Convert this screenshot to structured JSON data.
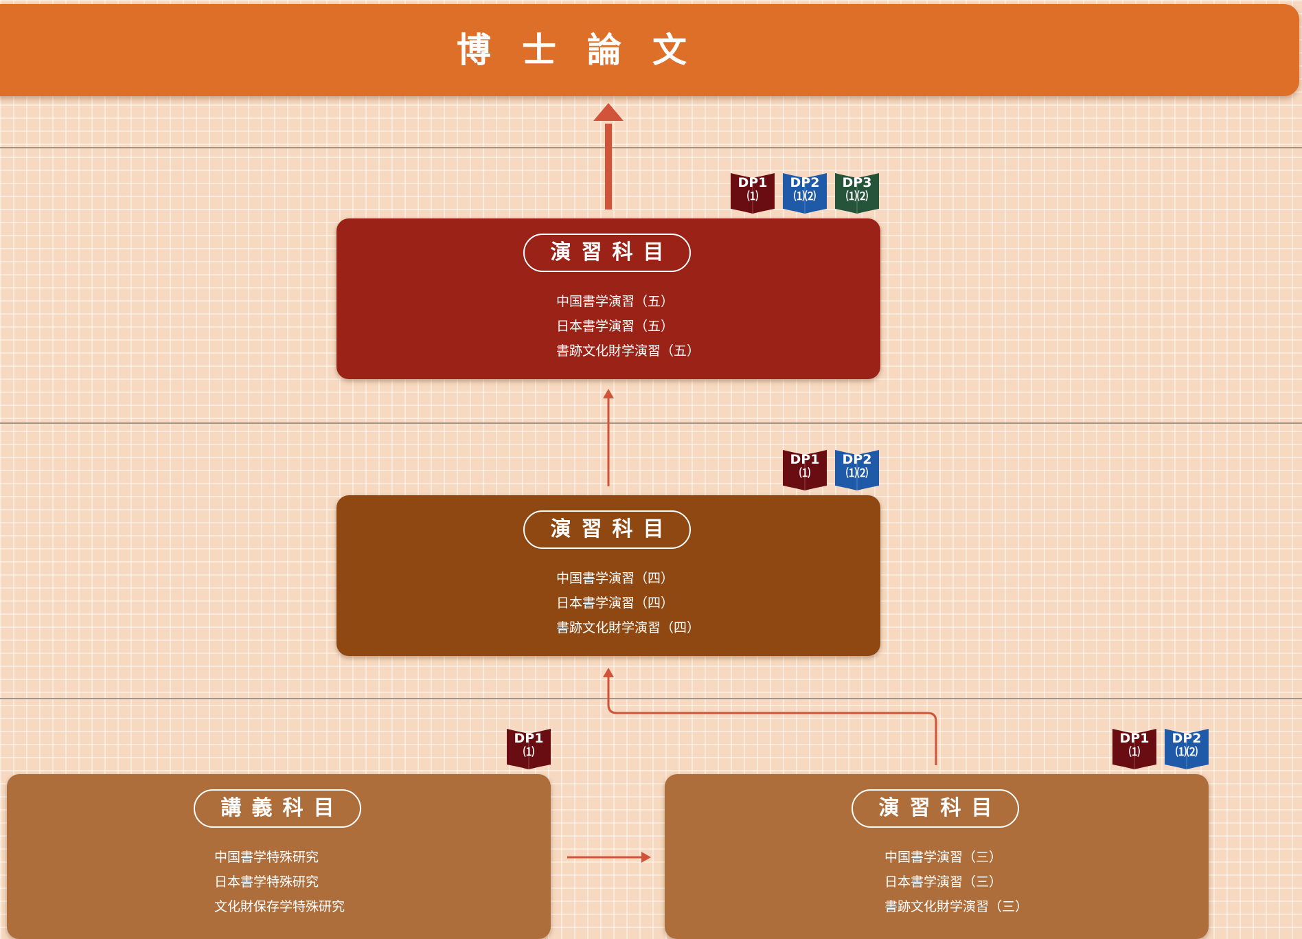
{
  "header": {
    "title": "博士論文"
  },
  "boxes": {
    "top": {
      "heading": "演習科目",
      "items": [
        "中国書学演習（五）",
        "日本書学演習（五）",
        "書跡文化財学演習（五）"
      ]
    },
    "middle": {
      "heading": "演習科目",
      "items": [
        "中国書学演習（四）",
        "日本書学演習（四）",
        "書跡文化財学演習（四）"
      ]
    },
    "bottom_left": {
      "heading": "講義科目",
      "items": [
        "中国書学特殊研究",
        "日本書学特殊研究",
        "文化財保存学特殊研究"
      ]
    },
    "bottom_right": {
      "heading": "演習科目",
      "items": [
        "中国書学演習（三）",
        "日本書学演習（三）",
        "書跡文化財学演習（三）"
      ]
    }
  },
  "badges": {
    "top": [
      {
        "label": "DP1",
        "sub": "⑴",
        "color": "#6a0d12"
      },
      {
        "label": "DP2",
        "sub": "⑴⑵",
        "color": "#1f5aa8"
      },
      {
        "label": "DP3",
        "sub": "⑴⑵",
        "color": "#25543a"
      }
    ],
    "middle": [
      {
        "label": "DP1",
        "sub": "⑴",
        "color": "#6a0d12"
      },
      {
        "label": "DP2",
        "sub": "⑴⑵",
        "color": "#1f5aa8"
      }
    ],
    "bottom_left": [
      {
        "label": "DP1",
        "sub": "⑴",
        "color": "#6a0d12"
      }
    ],
    "bottom_right": [
      {
        "label": "DP1",
        "sub": "⑴",
        "color": "#6a0d12"
      },
      {
        "label": "DP2",
        "sub": "⑴⑵",
        "color": "#1f5aa8"
      }
    ]
  },
  "colors": {
    "background": "#f6d9c0",
    "header": "#dd6f29",
    "box_top": "#9b2217",
    "box_middle": "#8f4812",
    "box_bottom": "#ae6e3c",
    "arrow": "#d0533a"
  }
}
